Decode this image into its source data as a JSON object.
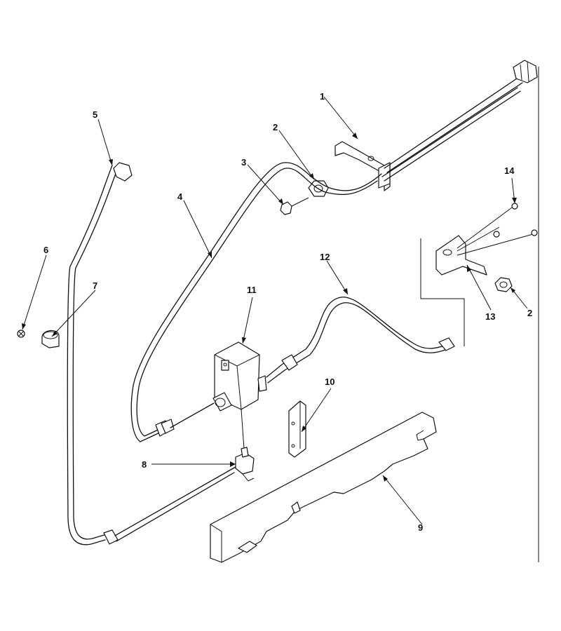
{
  "callouts": {
    "c1": "1",
    "c2a": "2",
    "c2b": "2",
    "c3": "3",
    "c4": "4",
    "c5": "5",
    "c6": "6",
    "c7": "7",
    "c8": "8",
    "c9": "9",
    "c10": "10",
    "c11": "11",
    "c12": "12",
    "c13": "13",
    "c14": "14"
  }
}
